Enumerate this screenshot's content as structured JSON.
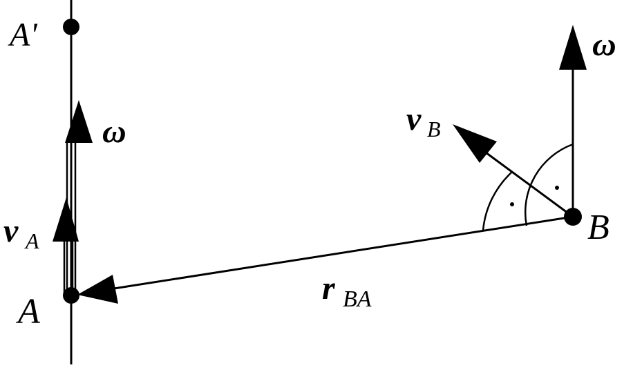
{
  "labels": {
    "point_a_prime": "A'",
    "point_a": "A",
    "point_b": "B",
    "omega_left": "ω",
    "omega_right": "ω",
    "v_a_main": "v",
    "v_a_sub": "A",
    "v_b_main": "v",
    "v_b_sub": "B",
    "r_ba_main": "r",
    "r_ba_sub": "BA"
  },
  "colors": {
    "stroke": "#000000",
    "background": "#ffffff"
  }
}
